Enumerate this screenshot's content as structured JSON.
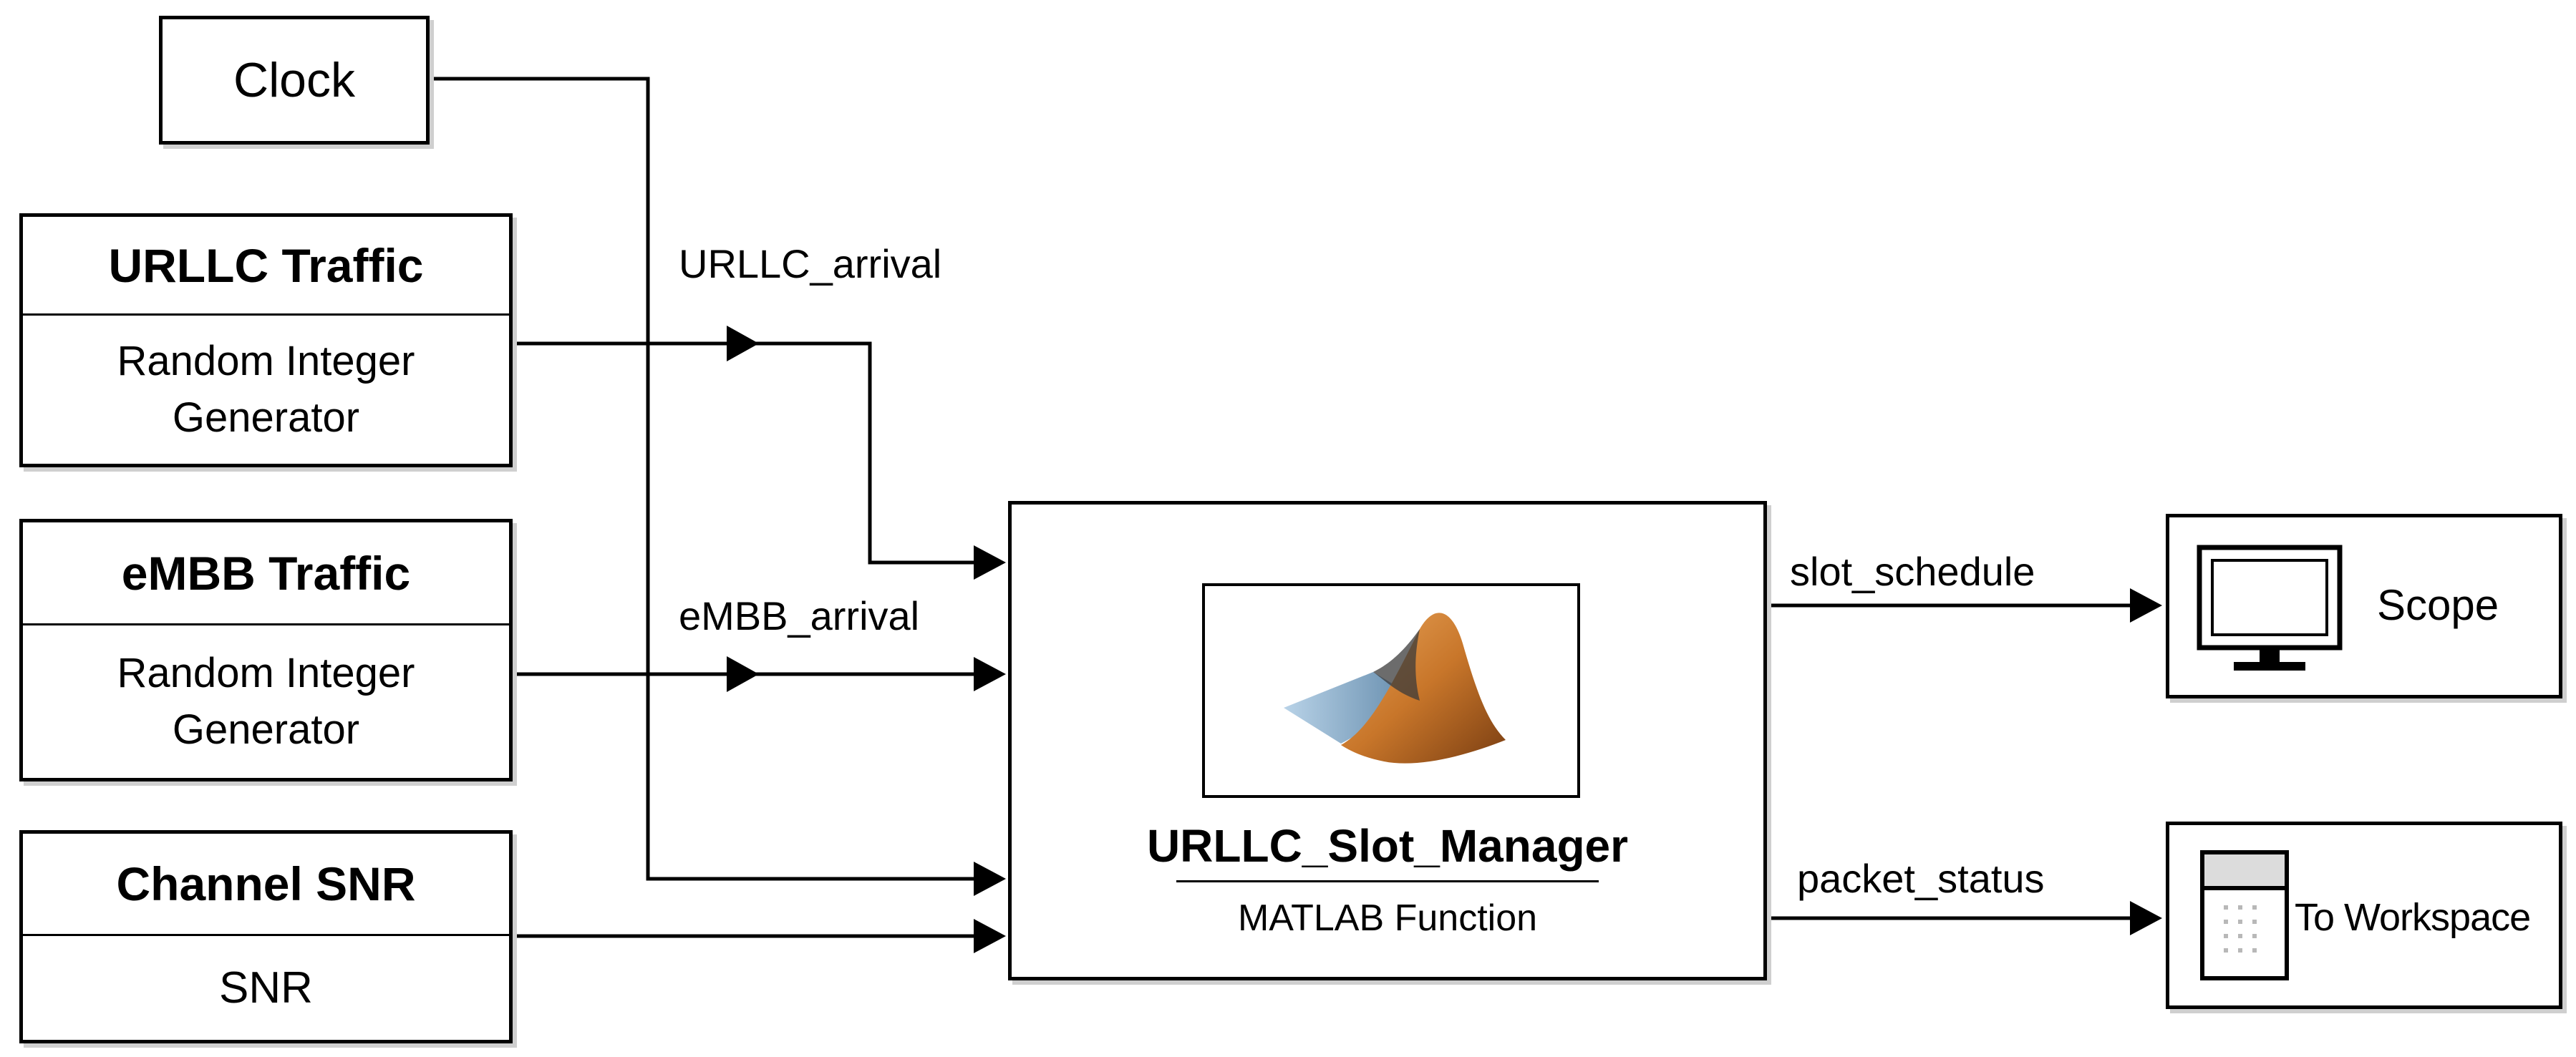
{
  "clock": {
    "label": "Clock"
  },
  "urllc_source": {
    "title": "URLLC Traffic",
    "body": "Random Integer\nGenerator"
  },
  "embb_source": {
    "title": "eMBB Traffic",
    "body": "Random Integer\nGenerator"
  },
  "snr_source": {
    "title": "Channel SNR",
    "body": "SNR"
  },
  "signals": {
    "urllc_arrival": "URLLC_arrival",
    "embb_arrival": "eMBB_arrival",
    "slot_schedule": "slot_schedule",
    "packet_status": "packet_status"
  },
  "function_block": {
    "name": "URLLC_Slot_Manager",
    "type": "MATLAB Function",
    "icon": "matlab-logo-icon"
  },
  "scope": {
    "label": "Scope",
    "icon": "monitor-icon"
  },
  "workspace": {
    "label": "To Workspace",
    "icon": "table-icon"
  },
  "colors": {
    "line": "#000000",
    "shadow": "#cfcfcf",
    "logo_orange": "#c8762a",
    "logo_blue": "#7fa6c4"
  }
}
